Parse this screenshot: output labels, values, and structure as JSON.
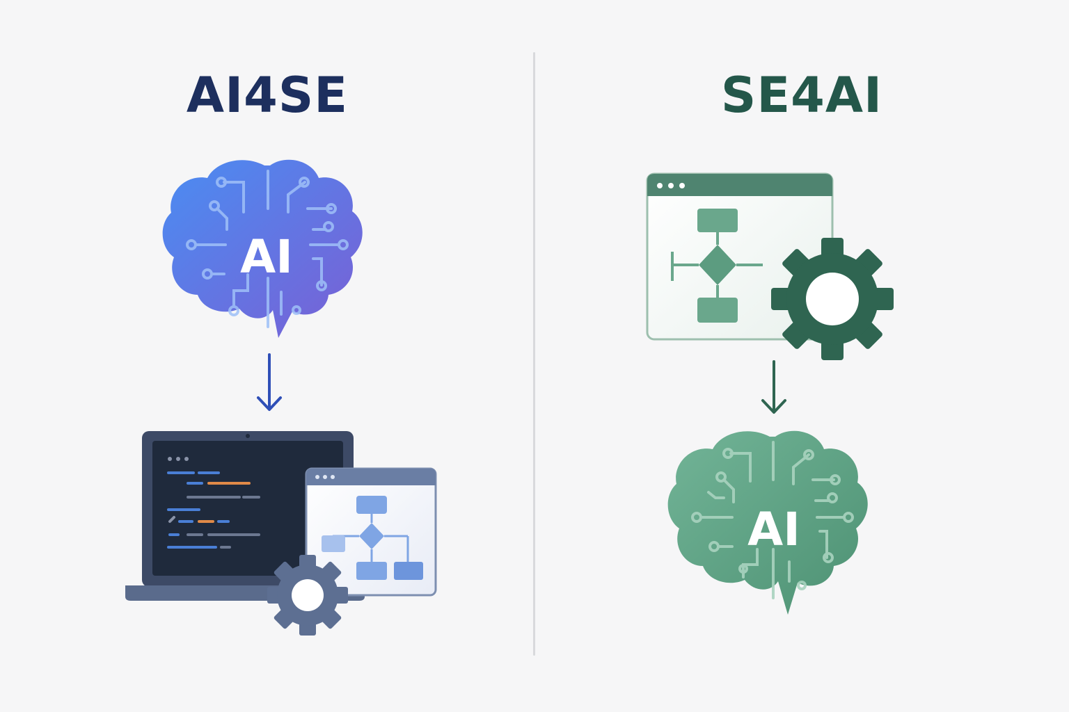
{
  "left": {
    "title": "AI4SE",
    "brain_label": "AI",
    "icons": [
      "brain-icon",
      "arrow-down-icon",
      "laptop-icon",
      "code-window-icon",
      "flowchart-window-icon",
      "gear-icon"
    ],
    "colors": {
      "title": "#1d2f5e",
      "brain_start": "#4a8cf0",
      "brain_end": "#7b62d6",
      "arrow": "#2f4fb7"
    }
  },
  "right": {
    "title": "SE4AI",
    "brain_label": "AI",
    "icons": [
      "flowchart-window-icon",
      "gear-icon",
      "arrow-down-icon",
      "brain-icon"
    ],
    "colors": {
      "title": "#24574a",
      "brain": "#5fa384",
      "gear": "#2f6551",
      "arrow": "#2f6551"
    }
  }
}
